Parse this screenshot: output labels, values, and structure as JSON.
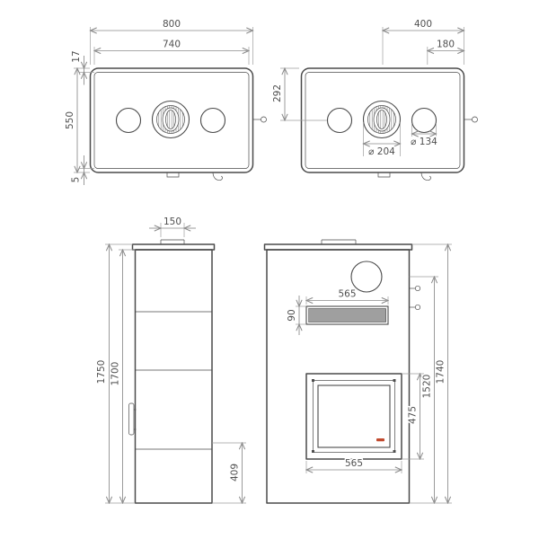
{
  "meta": {
    "background": "#ffffff",
    "line_color": "#4a4a4a",
    "dimension_color": "#8a8a8a",
    "accent_color": "#c14a2e"
  },
  "drawing": {
    "plan_left": {
      "width_outer": "800",
      "width_inner": "740",
      "plate_offset_top": "17",
      "depth": "550",
      "plate_offset_bottom": "5"
    },
    "plan_right": {
      "width_half": "400",
      "width_right": "180",
      "flue_center_depth": "292",
      "flue_diameter": "⌀ 204",
      "knob_diameter": "⌀ 134"
    },
    "side": {
      "flue_width": "150",
      "height_total": "1750",
      "height_body": "1700",
      "handle_height": "409"
    },
    "front": {
      "grille_width": "565",
      "grille_height": "90",
      "door_height": "475",
      "door_width": "565",
      "flue_center_height": "1520",
      "height_total": "1740"
    }
  }
}
